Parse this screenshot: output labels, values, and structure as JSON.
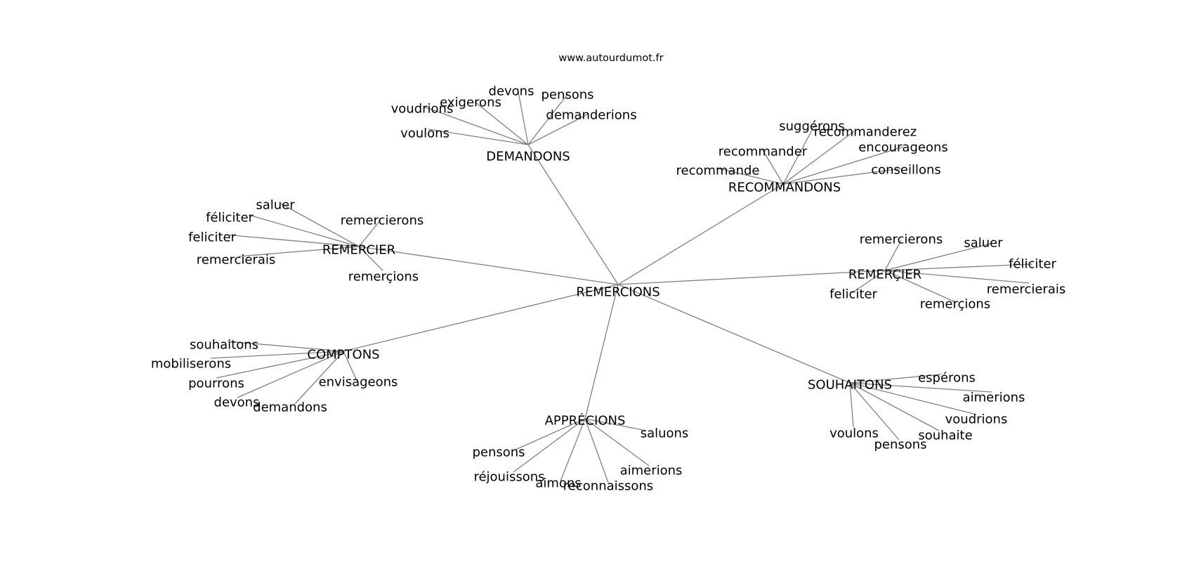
{
  "site_title": "www.autourdumot.fr",
  "colors": {
    "edge": "#808080",
    "text": "#000000",
    "background": "#ffffff"
  },
  "graph": {
    "center": "REMERCIONS",
    "clusters": [
      {
        "hub": "DEMANDONS",
        "leaves": [
          "voudrions",
          "exigerons",
          "devons",
          "pensons",
          "demanderions",
          "voulons"
        ]
      },
      {
        "hub": "RECOMMANDONS",
        "leaves": [
          "suggérons",
          "recommanderez",
          "recommander",
          "encourageons",
          "recommande",
          "conseillons"
        ]
      },
      {
        "hub": "REMERCIER",
        "leaves": [
          "saluer",
          "féliciter",
          "remercierons",
          "feliciter",
          "remercierais",
          "remerçions"
        ]
      },
      {
        "hub": "REMERÇIER",
        "leaves": [
          "remercierons",
          "saluer",
          "féliciter",
          "remercierais",
          "feliciter",
          "remerçions"
        ]
      },
      {
        "hub": "COMPTONS",
        "leaves": [
          "souhaitons",
          "mobiliserons",
          "pourrons",
          "envisageons",
          "devons",
          "demandons"
        ]
      },
      {
        "hub": "SOUHAITONS",
        "leaves": [
          "espérons",
          "aimerions",
          "voudrions",
          "souhaite",
          "voulons",
          "pensons"
        ]
      },
      {
        "hub": "APPRÉCIONS",
        "leaves": [
          "saluons",
          "pensons",
          "aimerions",
          "réjouissons",
          "aimons",
          "reconnaissons"
        ]
      }
    ]
  }
}
